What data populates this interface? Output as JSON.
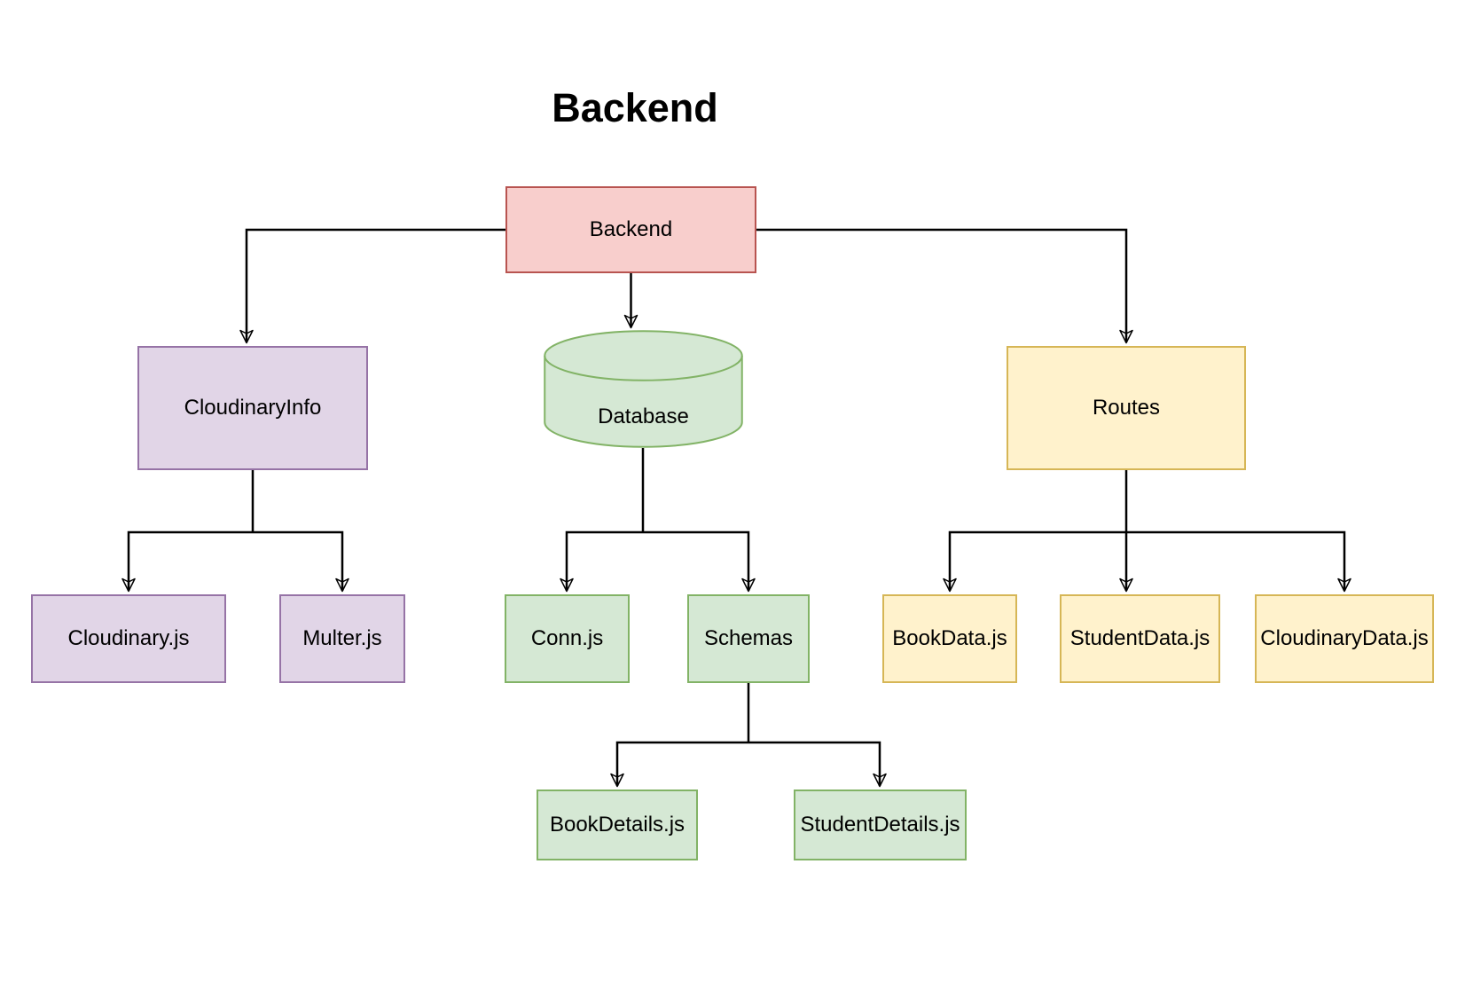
{
  "title": "Backend",
  "palette": {
    "red": {
      "fill": "#f8cecc",
      "stroke": "#b85450"
    },
    "purple": {
      "fill": "#e1d5e7",
      "stroke": "#9673a6"
    },
    "green": {
      "fill": "#d5e8d4",
      "stroke": "#82b366"
    },
    "yellow": {
      "fill": "#fff2cc",
      "stroke": "#d6b656"
    },
    "edge": "#000000",
    "background": "#ffffff"
  },
  "nodes": [
    {
      "id": "backend",
      "label": "Backend",
      "shape": "rect",
      "color": "red"
    },
    {
      "id": "cloudinaryinfo",
      "label": "CloudinaryInfo",
      "shape": "rect",
      "color": "purple"
    },
    {
      "id": "database",
      "label": "Database",
      "shape": "cylinder",
      "color": "green"
    },
    {
      "id": "routes",
      "label": "Routes",
      "shape": "rect",
      "color": "yellow"
    },
    {
      "id": "cloudinary-js",
      "label": "Cloudinary.js",
      "shape": "rect",
      "color": "purple"
    },
    {
      "id": "multer-js",
      "label": "Multer.js",
      "shape": "rect",
      "color": "purple"
    },
    {
      "id": "conn-js",
      "label": "Conn.js",
      "shape": "rect",
      "color": "green"
    },
    {
      "id": "schemas",
      "label": "Schemas",
      "shape": "rect",
      "color": "green"
    },
    {
      "id": "bookdata-js",
      "label": "BookData.js",
      "shape": "rect",
      "color": "yellow"
    },
    {
      "id": "studentdata-js",
      "label": "StudentData.js",
      "shape": "rect",
      "color": "yellow"
    },
    {
      "id": "cloudinarydata-js",
      "label": "CloudinaryData.js",
      "shape": "rect",
      "color": "yellow"
    },
    {
      "id": "bookdetails-js",
      "label": "BookDetails.js",
      "shape": "rect",
      "color": "green"
    },
    {
      "id": "studentdetails-js",
      "label": "StudentDetails.js",
      "shape": "rect",
      "color": "green"
    }
  ],
  "edges": [
    {
      "from": "Backend",
      "to": "CloudinaryInfo"
    },
    {
      "from": "Backend",
      "to": "Database"
    },
    {
      "from": "Backend",
      "to": "Routes"
    },
    {
      "from": "CloudinaryInfo",
      "to": "Cloudinary.js"
    },
    {
      "from": "CloudinaryInfo",
      "to": "Multer.js"
    },
    {
      "from": "Database",
      "to": "Conn.js"
    },
    {
      "from": "Database",
      "to": "Schemas"
    },
    {
      "from": "Routes",
      "to": "BookData.js"
    },
    {
      "from": "Routes",
      "to": "StudentData.js"
    },
    {
      "from": "Routes",
      "to": "CloudinaryData.js"
    },
    {
      "from": "Schemas",
      "to": "BookDetails.js"
    },
    {
      "from": "Schemas",
      "to": "StudentDetails.js"
    }
  ]
}
